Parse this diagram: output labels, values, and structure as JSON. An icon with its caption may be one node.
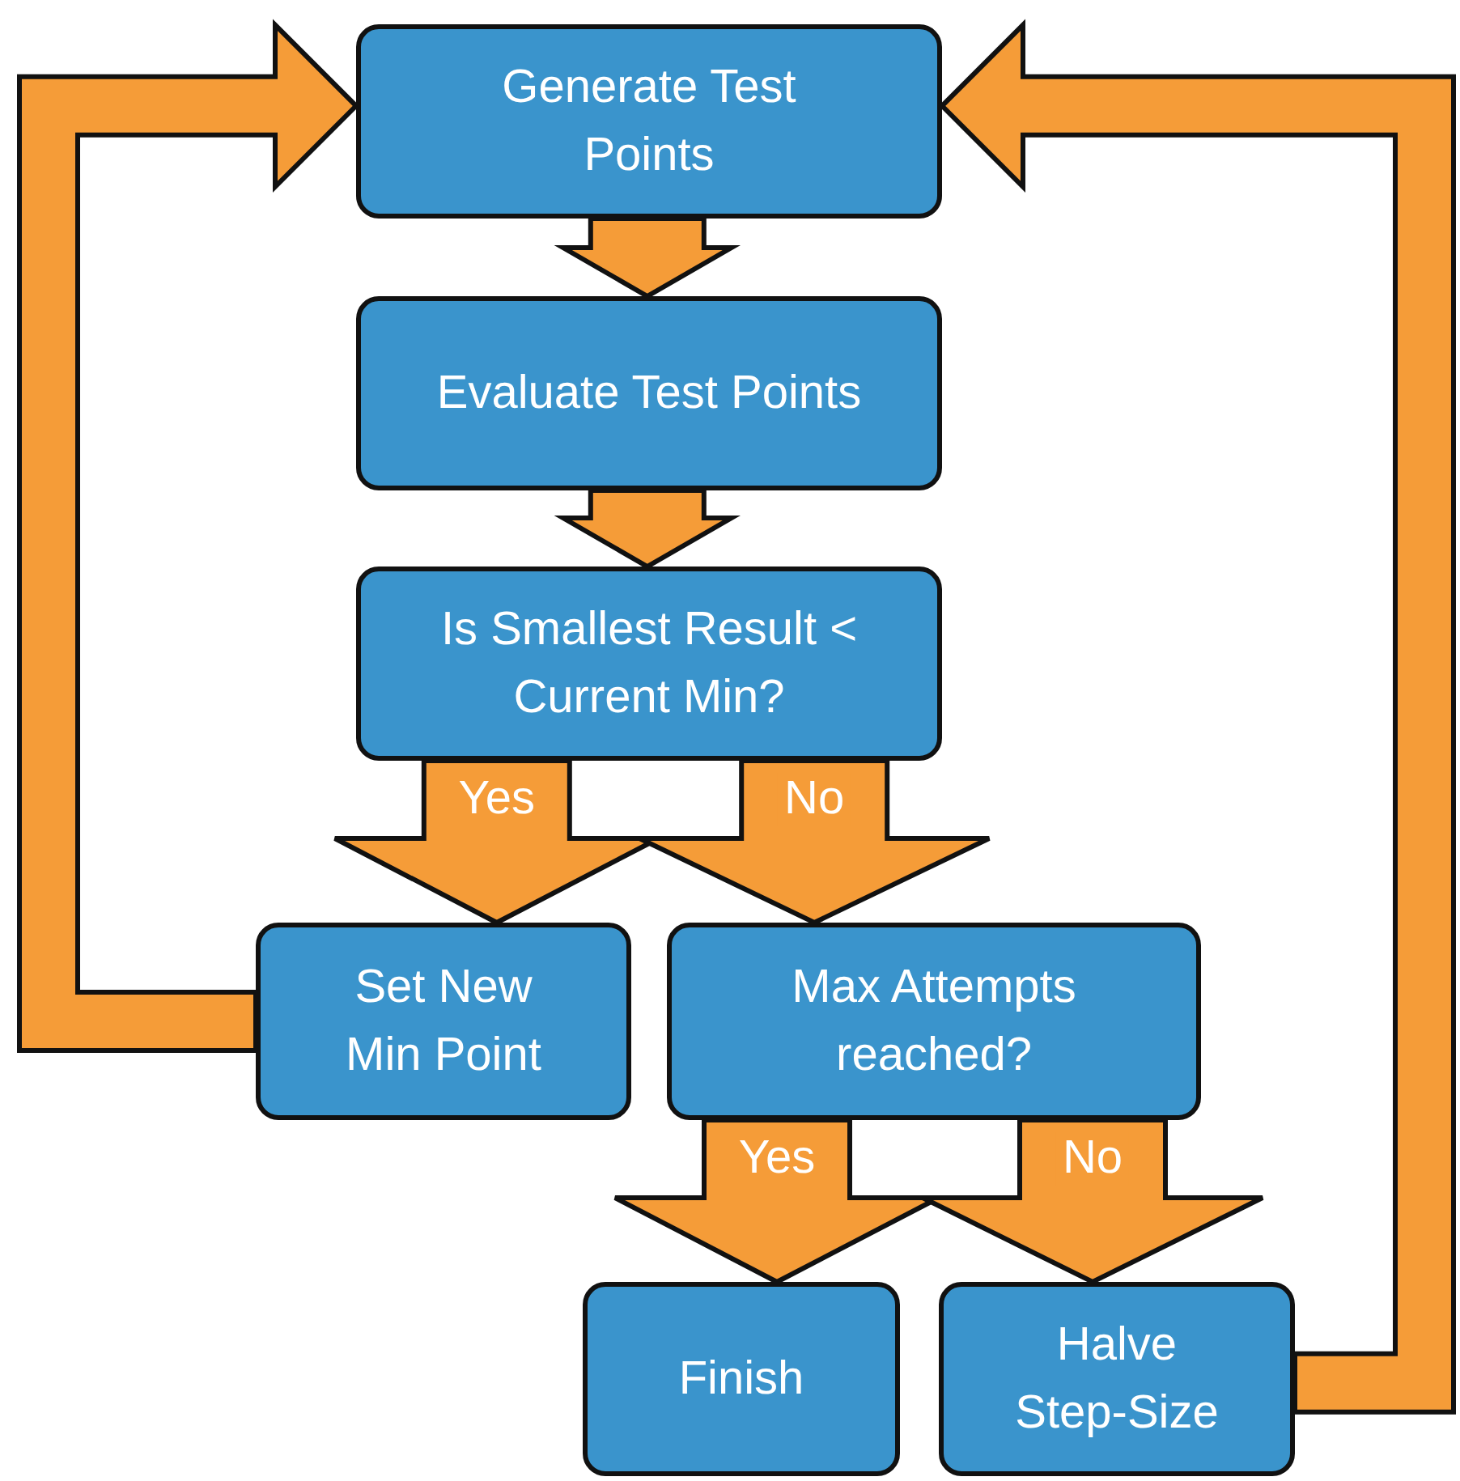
{
  "diagram": {
    "nodes": [
      {
        "text": [
          "Generate Test Points"
        ]
      },
      {
        "text": [
          "Evaluate Test Points"
        ]
      },
      {
        "text": [
          "Is Smallest Result < Current Min?"
        ]
      },
      {
        "text": [
          "Set New Min Point"
        ]
      },
      {
        "text": [
          "Max Attempts reached?"
        ]
      },
      {
        "text": [
          "Finish"
        ]
      },
      {
        "text": [
          "Halve Step-Size"
        ]
      }
    ],
    "edges": [
      {
        "from": 0,
        "to": 1,
        "arrow": "to"
      },
      {
        "from": 1,
        "to": 2,
        "arrow": "to"
      },
      {
        "from": 2,
        "to": 3,
        "arrow": "to",
        "label": "Yes"
      },
      {
        "from": 2,
        "to": 4,
        "arrow": "to",
        "label": "No"
      },
      {
        "from": 4,
        "to": 5,
        "arrow": "to",
        "label": "Yes"
      },
      {
        "from": 4,
        "to": 6,
        "arrow": "to",
        "label": "No"
      },
      {
        "from": 3,
        "to": 0,
        "arrow": "to"
      },
      {
        "from": 6,
        "to": 0,
        "arrow": "to"
      }
    ]
  }
}
